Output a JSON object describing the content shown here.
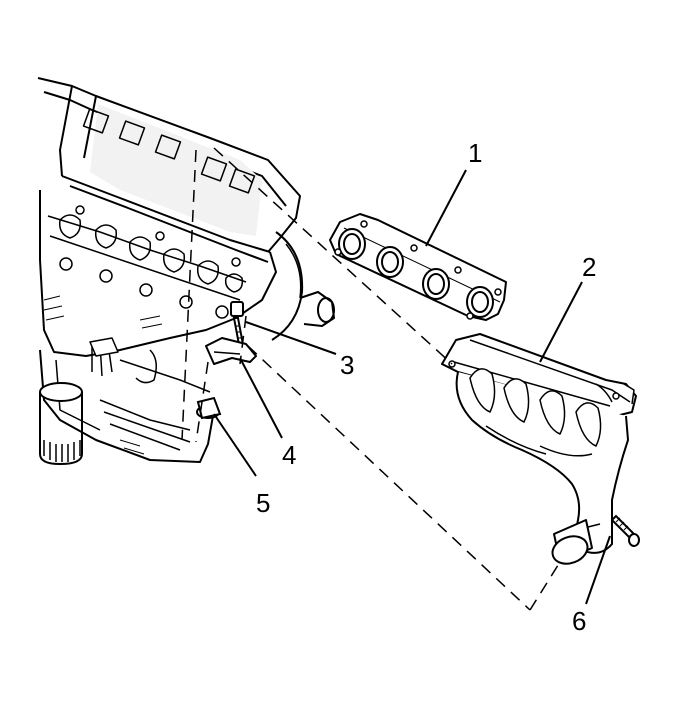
{
  "diagram": {
    "callouts": [
      {
        "id": "1",
        "label": "1"
      },
      {
        "id": "2",
        "label": "2"
      },
      {
        "id": "3",
        "label": "3"
      },
      {
        "id": "4",
        "label": "4"
      },
      {
        "id": "5",
        "label": "5"
      },
      {
        "id": "6",
        "label": "6"
      }
    ]
  },
  "colors": {
    "ink": "#000000",
    "paper": "#ffffff",
    "shade": "#e6e6e6"
  }
}
